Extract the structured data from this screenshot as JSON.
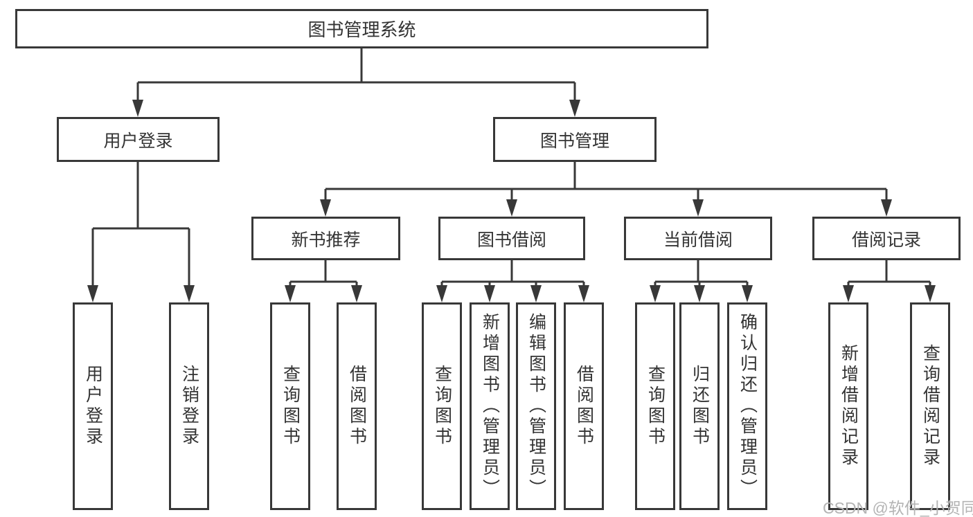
{
  "colors": {
    "line": "#383838",
    "text": "#333333",
    "watermark": "#b4b4b4",
    "background": "#ffffff"
  },
  "nodes": {
    "root": "图书管理系统",
    "user_login": "用户登录",
    "book_mgmt": "图书管理",
    "new_book_rec": "新书推荐",
    "book_borrow": "图书借阅",
    "current_borrow": "当前借阅",
    "borrow_record": "借阅记录",
    "leaf_user_login": "用户登录",
    "leaf_logout": "注销登录",
    "leaf_query_book_rec": "查询图书",
    "leaf_borrow_book_rec": "借阅图书",
    "leaf_query_book_borrow": "查询图书",
    "leaf_add_book": "新增图书（管理员）",
    "leaf_edit_book": "编辑图书（管理员）",
    "leaf_borrow_book_borrow": "借阅图书",
    "leaf_query_book_current": "查询图书",
    "leaf_return_book": "归还图书",
    "leaf_confirm_return": "确认归还（管理员）",
    "leaf_add_record": "新增借阅记录",
    "leaf_query_record": "查询借阅记录"
  },
  "watermark": {
    "text": "CSDN @软件_小贺同学"
  }
}
